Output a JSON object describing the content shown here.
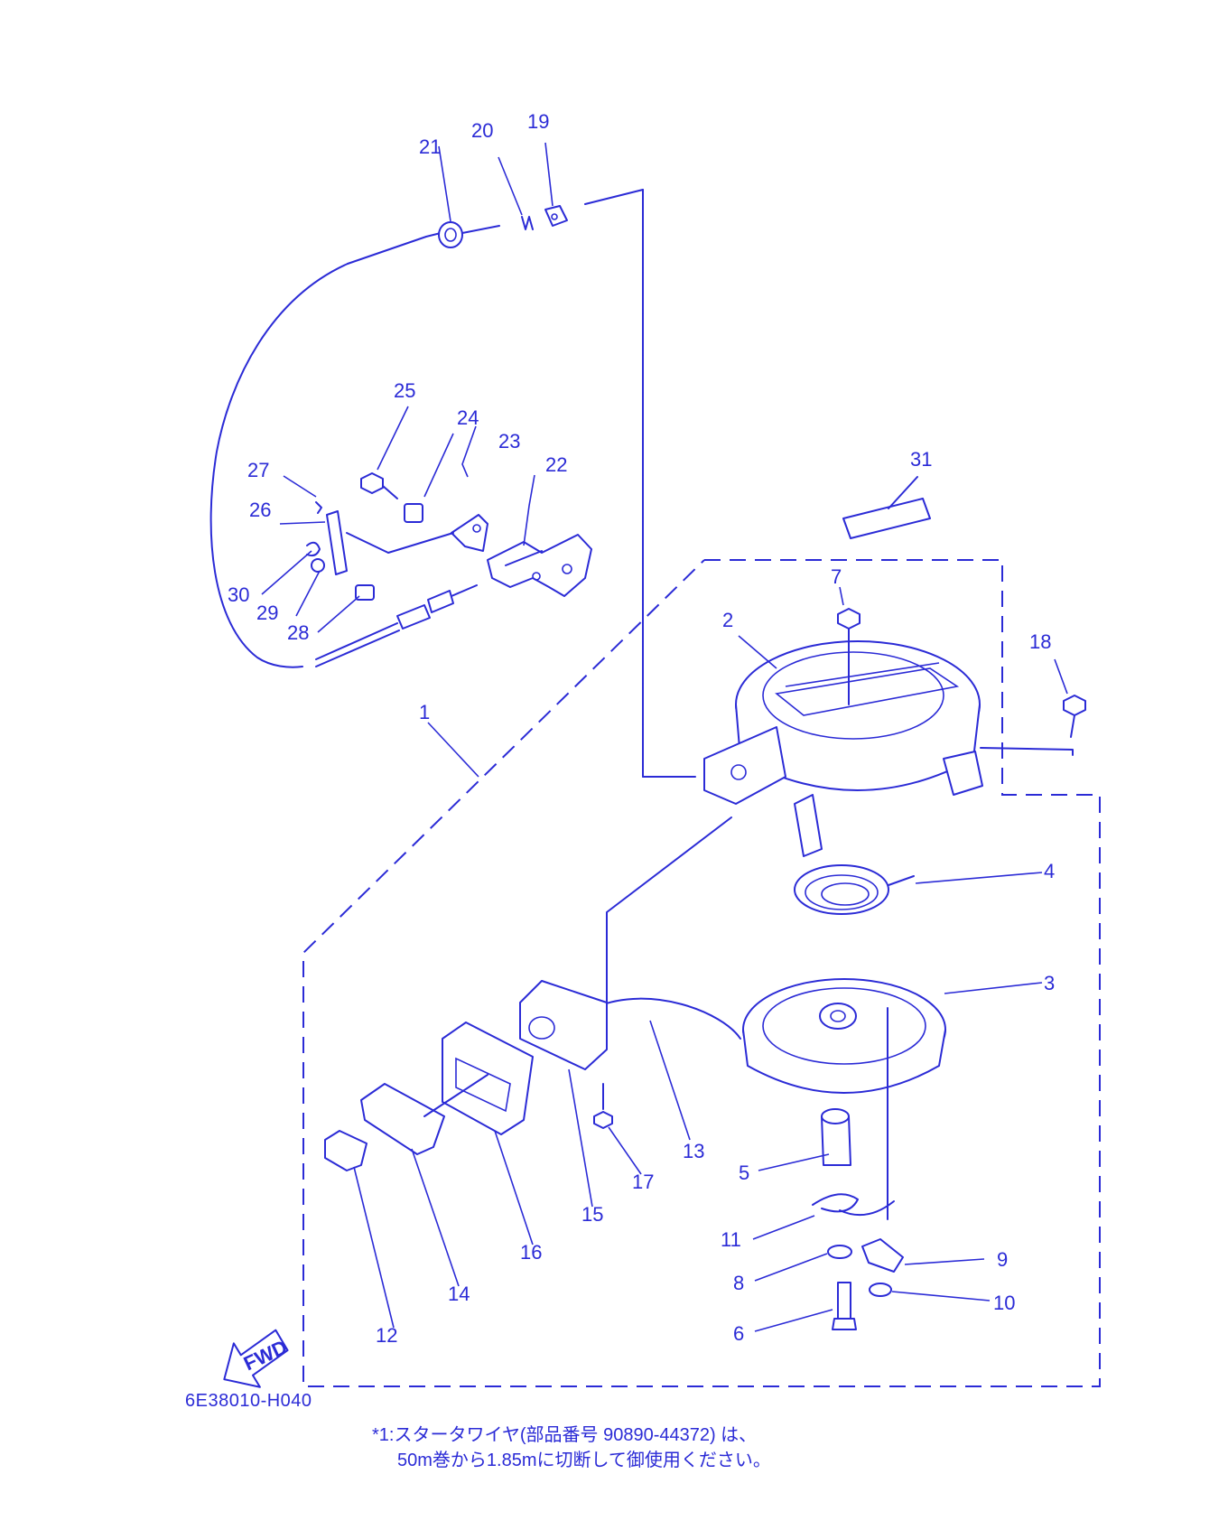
{
  "callouts": [
    "1",
    "2",
    "3",
    "4",
    "5",
    "6",
    "7",
    "8",
    "9",
    "10",
    "11",
    "12",
    "13",
    "14",
    "15",
    "16",
    "17",
    "18",
    "19",
    "20",
    "21",
    "22",
    "23",
    "24",
    "25",
    "26",
    "27",
    "28",
    "29",
    "30",
    "31"
  ],
  "fwd_label": "FWD",
  "drawing_code": "6E38010-H040",
  "note_line1": "*1:スタータワイヤ(部品番号 90890-44372) は、",
  "note_line2": "50m巻から1.85mに切断して御使用ください。",
  "colors": {
    "ink": "#2b2bd6",
    "background": "#ffffff"
  }
}
